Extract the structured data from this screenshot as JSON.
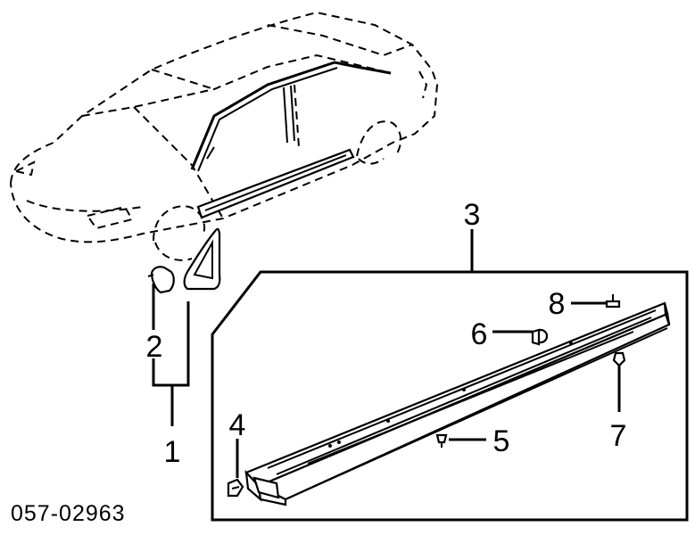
{
  "diagram": {
    "callouts": {
      "c1": "1",
      "c2": "2",
      "c3": "3",
      "c4": "4",
      "c5": "5",
      "c6": "6",
      "c7": "7",
      "c8": "8"
    },
    "diagram_code": "057-02963"
  }
}
